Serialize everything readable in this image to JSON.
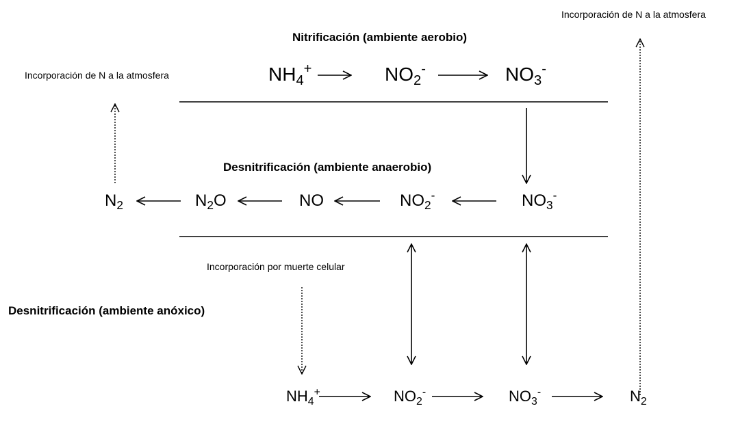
{
  "labels": {
    "atmosphere_left": "Incorporación de N a la atmosfera",
    "atmosphere_right": "Incorporación de N a la atmosfera",
    "cell_death": "Incorporación por muerte celular"
  },
  "headings": {
    "nitrification": "Nitrificación (ambiente aerobio)",
    "denitrification_anaerobic": "Desnitrificación (ambiente anaerobio)",
    "denitrification_anoxic": "Desnitrificación (ambiente anóxico)"
  },
  "top_row": [
    {
      "base": "NH",
      "sub": "4",
      "sup": "+"
    },
    {
      "base": "NO",
      "sub": "2",
      "sup": "-"
    },
    {
      "base": "NO",
      "sub": "3",
      "sup": "-"
    }
  ],
  "middle_row": [
    {
      "base": "N",
      "sub": "2",
      "sup": ""
    },
    {
      "base": "N",
      "sub": "2",
      "sup": "",
      "tail": "O"
    },
    {
      "base": "NO",
      "sub": "",
      "sup": ""
    },
    {
      "base": "NO",
      "sub": "2",
      "sup": "-"
    },
    {
      "base": "NO",
      "sub": "3",
      "sup": "-"
    }
  ],
  "bottom_row": [
    {
      "base": "NH",
      "sub": "4",
      "sup": "+"
    },
    {
      "base": "NO",
      "sub": "2",
      "sup": "-"
    },
    {
      "base": "NO",
      "sub": "3",
      "sup": "-"
    },
    {
      "base": "N",
      "sub": "2",
      "sup": ""
    }
  ],
  "colors": {
    "ink": "#000000",
    "background": "#ffffff"
  }
}
